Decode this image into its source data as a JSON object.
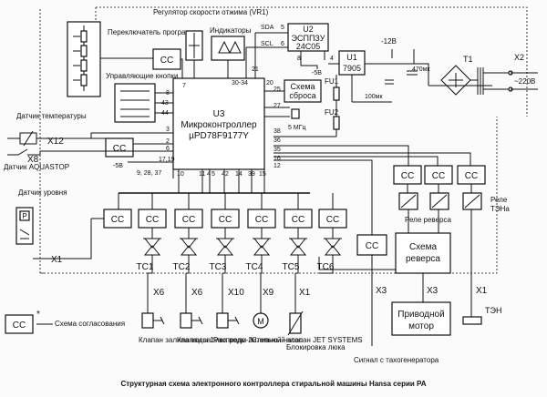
{
  "caption": "Структурная схема электронного контроллера стиральной машины Hansa серии PA",
  "sensors": {
    "temperature": "Датчик температуры",
    "aquastop": "Датчик AQUASTOP",
    "level": "Датчик уровня",
    "level_symbol": "P"
  },
  "panel": {
    "program_switch": "Переключатель программ",
    "control_buttons": "Управляющие кнопки",
    "speed_regulator": "Регулятор скорости отжима (VR1)",
    "indicators": "Индикаторы"
  },
  "mcu": {
    "title": "U3",
    "line1": "Микроконтроллер",
    "line2": "µPD78F9177Y",
    "pins_top_left": "7",
    "pins_top_mid1": "30-34",
    "pins_top_mid2": "21",
    "pins_top_mid3": "20",
    "pins_left_8": "8",
    "pins_left_43": "43",
    "pins_left_44": "44",
    "pins_left_3": "3",
    "pins_left_2": "2",
    "pins_left_6": "6",
    "pins_left_1719": "17,19",
    "pins_bottom_left": "9, 28, 37",
    "pins_right_25": "25",
    "pins_right_27": "27",
    "pins_right_38": "38",
    "pins_right_36": "36",
    "pins_right_35": "35",
    "pins_right_16": "16",
    "pins_right_12": "12",
    "pins_bottom_10": "10",
    "pins_bottom_11": "11",
    "pins_bottom_4": "4",
    "pins_bottom_5": "5",
    "pins_bottom_42": "42",
    "pins_bottom_14": "14",
    "pins_bottom_39": "39",
    "pins_bottom_15": "15",
    "minus5": "-5В"
  },
  "eeprom": {
    "title": "U2",
    "name": "ЭСППЗУ",
    "part": "24C05",
    "sda": "SDA",
    "scl": "SCL",
    "pin5": "5",
    "pin6": "6",
    "pin8": "8",
    "pin4": "4",
    "minus5": "-5В"
  },
  "reset": {
    "line1": "Схема",
    "line2": "сброса"
  },
  "crystal": "5 МГц",
  "power": {
    "u1": "U1",
    "u1_part": "7905",
    "minus12": "-12В",
    "cap1": "470мк",
    "cap2": "100мк",
    "fu1": "FU1",
    "fu2": "FU2",
    "t1": "T1",
    "x2": "X2",
    "mains": "~220В"
  },
  "cc": "CC",
  "triacs": [
    "TC1",
    "TC2",
    "TC3",
    "TC4",
    "TC5",
    "TC6"
  ],
  "connectors": {
    "x12": "X12",
    "x8": "X8",
    "x1_left": "X1",
    "x6a": "X6",
    "x6b": "X6",
    "x10": "X10",
    "x9": "X9",
    "x1_mid": "X1",
    "x3a": "X3",
    "x3b": "X3",
    "x1_right": "X1"
  },
  "loads": {
    "valve1": "Клапан залива воды 1",
    "valve2": "Клапан залива воды 2",
    "distributor": "Распреде-лительный клапан JET SYSTEMS",
    "pump": "Сливной насос",
    "lock": "Блокировка люка",
    "motor_line1": "Приводной",
    "motor_line2": "мотор",
    "heater": "ТЭН",
    "pump_symbol": "M"
  },
  "reverse": {
    "block_line1": "Схема",
    "block_line2": "реверса",
    "relay_label": "Реле реверса",
    "heater_relay_line1": "Реле",
    "heater_relay_line2": "ТЭНа"
  },
  "tacho": "Сигнал с тахогенератора",
  "legend": {
    "cc": "CC",
    "star": "*",
    "text": "Схема согласования"
  }
}
